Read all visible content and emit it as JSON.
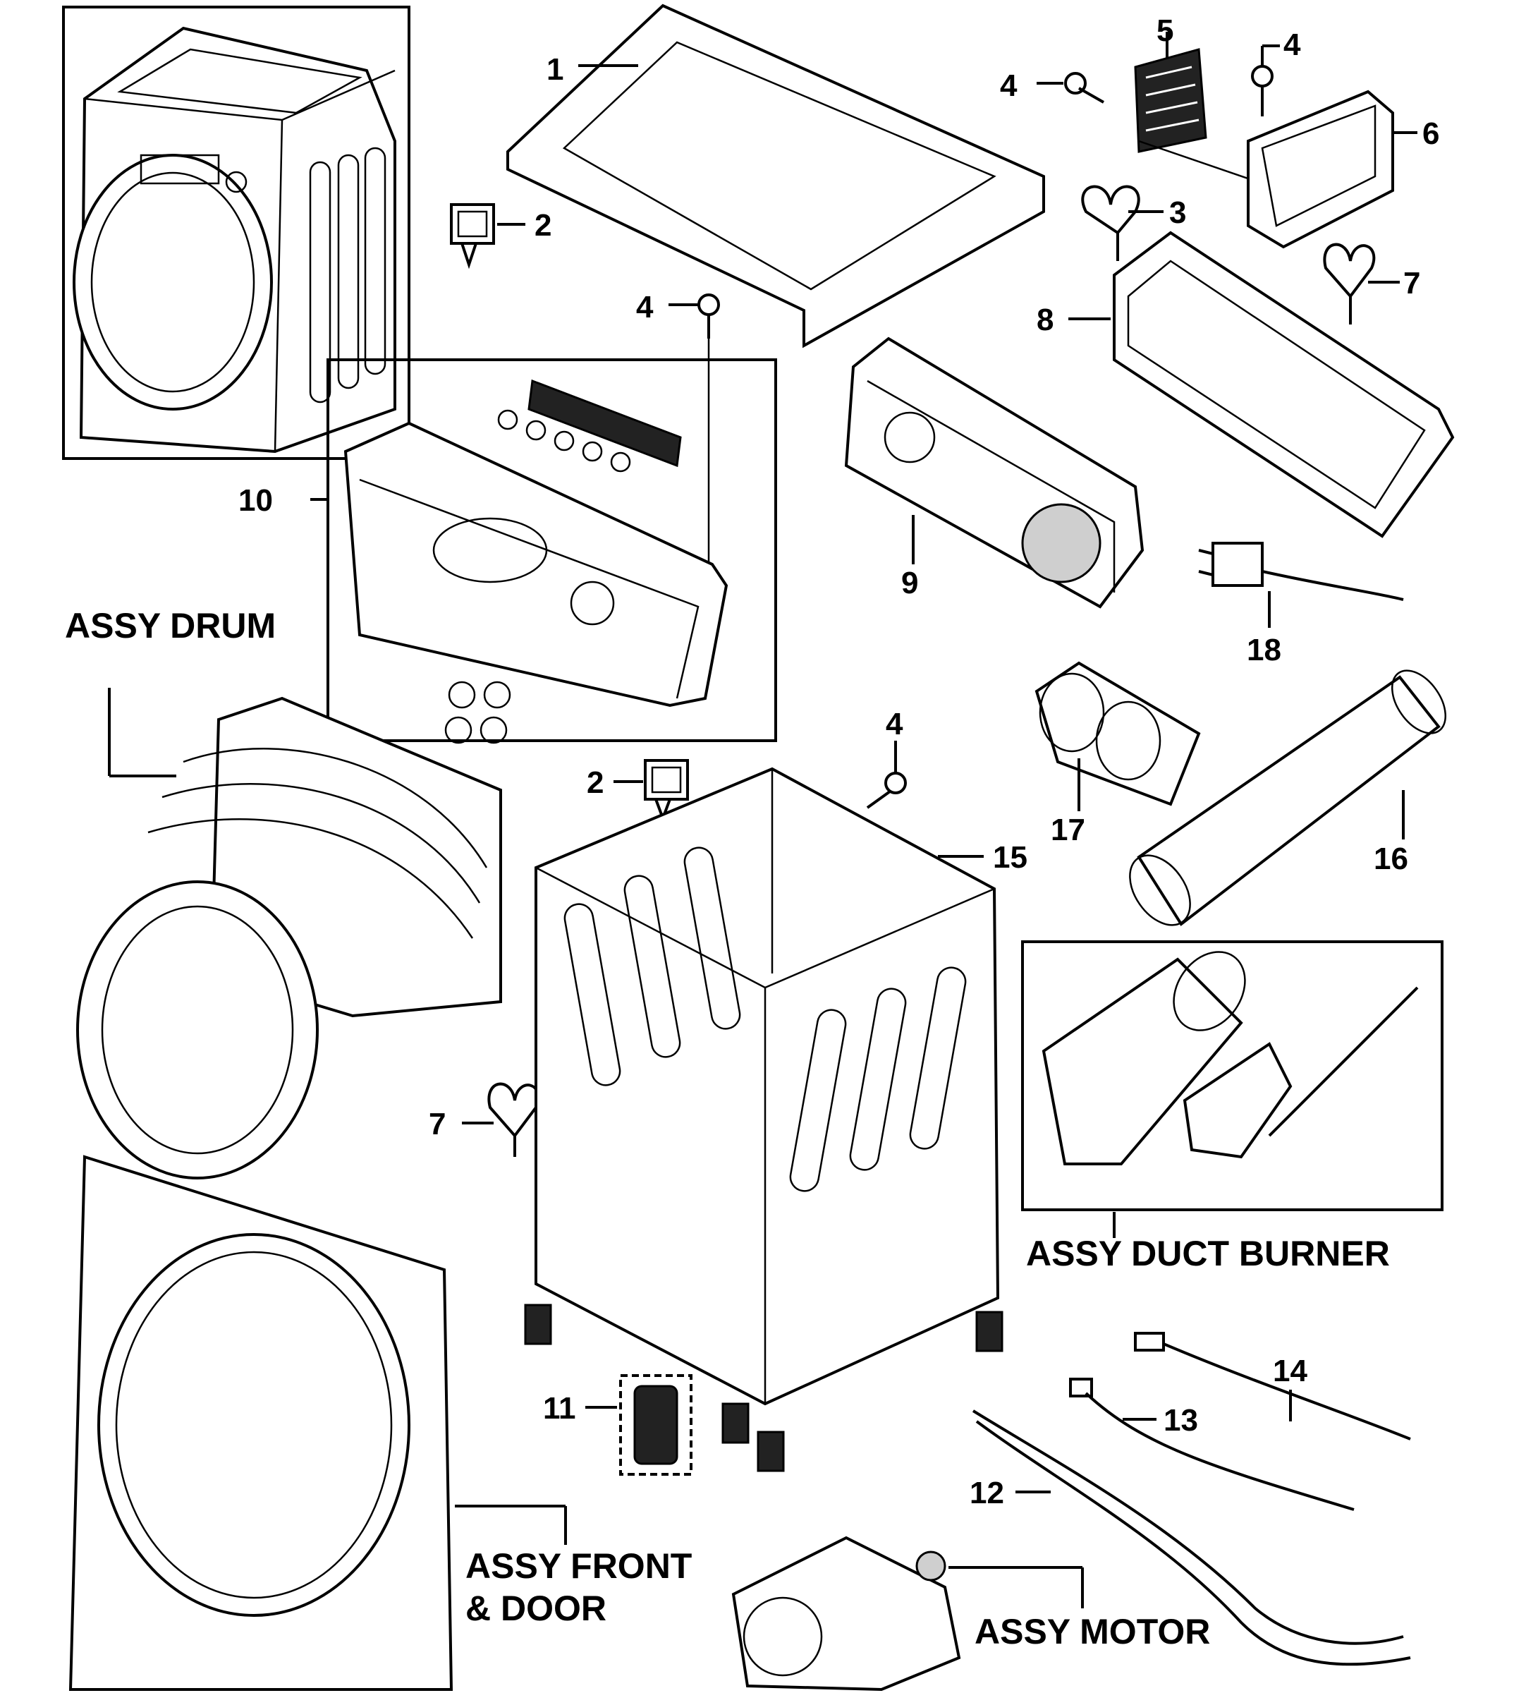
{
  "labels": {
    "p1": "1",
    "p2a": "2",
    "p2b": "2",
    "p3": "3",
    "p4a": "4",
    "p4b": "4",
    "p4c": "4",
    "p4d": "4",
    "p5": "5",
    "p6": "6",
    "p7a": "7",
    "p7b": "7",
    "p8": "8",
    "p9": "9",
    "p10": "10",
    "p11": "11",
    "p12": "12",
    "p13": "13",
    "p14": "14",
    "p15": "15",
    "p16": "16",
    "p17": "17",
    "p18": "18"
  },
  "assemblies": {
    "drum": "ASSY DRUM",
    "duct_burner": "ASSY DUCT BURNER",
    "front_door_line1": "ASSY FRONT",
    "front_door_line2": "& DOOR",
    "motor": "ASSY MOTOR"
  }
}
